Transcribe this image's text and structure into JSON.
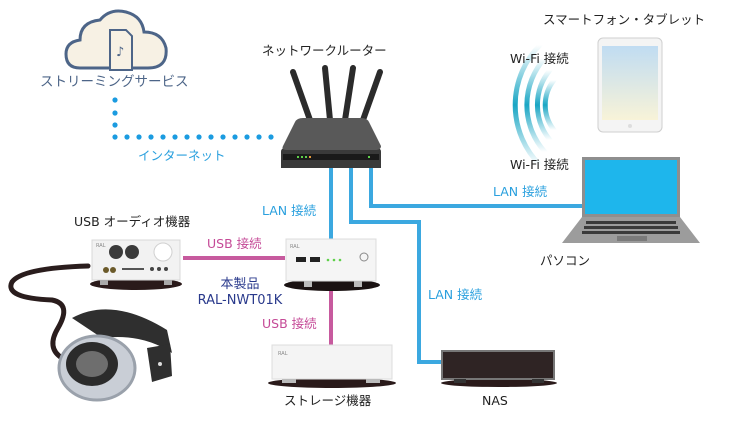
{
  "labels": {
    "streaming_service": "ストリーミングサービス",
    "internet": "インターネット",
    "router": "ネットワークルーター",
    "smartphone_tablet": "スマートフォン・タブレット",
    "wifi_tablet": "Wi-Fi 接続",
    "wifi_pc": "Wi-Fi 接続",
    "lan_pc": "LAN 接続",
    "lan_product": "LAN 接続",
    "lan_nas": "LAN 接続",
    "pc": "パソコン",
    "usb_audio": "USB オーディオ機器",
    "usb_audio_link": "USB 接続",
    "usb_storage_link": "USB 接続",
    "product_line1": "本製品",
    "product_line2": "RAL-NWT01K",
    "storage": "ストレージ機器",
    "nas": "NAS"
  },
  "colors": {
    "lan": "#3ba8e0",
    "usb": "#c75a9e",
    "internet_dots": "#1b9be0",
    "wifi": "#1aa6c4",
    "screen": "#1eb6ec"
  },
  "icons": [
    "cloud-music-icon",
    "router-icon",
    "wifi-waves-icon",
    "tablet-icon",
    "laptop-icon",
    "usb-audio-device-icon",
    "headphones-icon",
    "network-transporter-icon",
    "storage-device-icon",
    "nas-icon"
  ]
}
